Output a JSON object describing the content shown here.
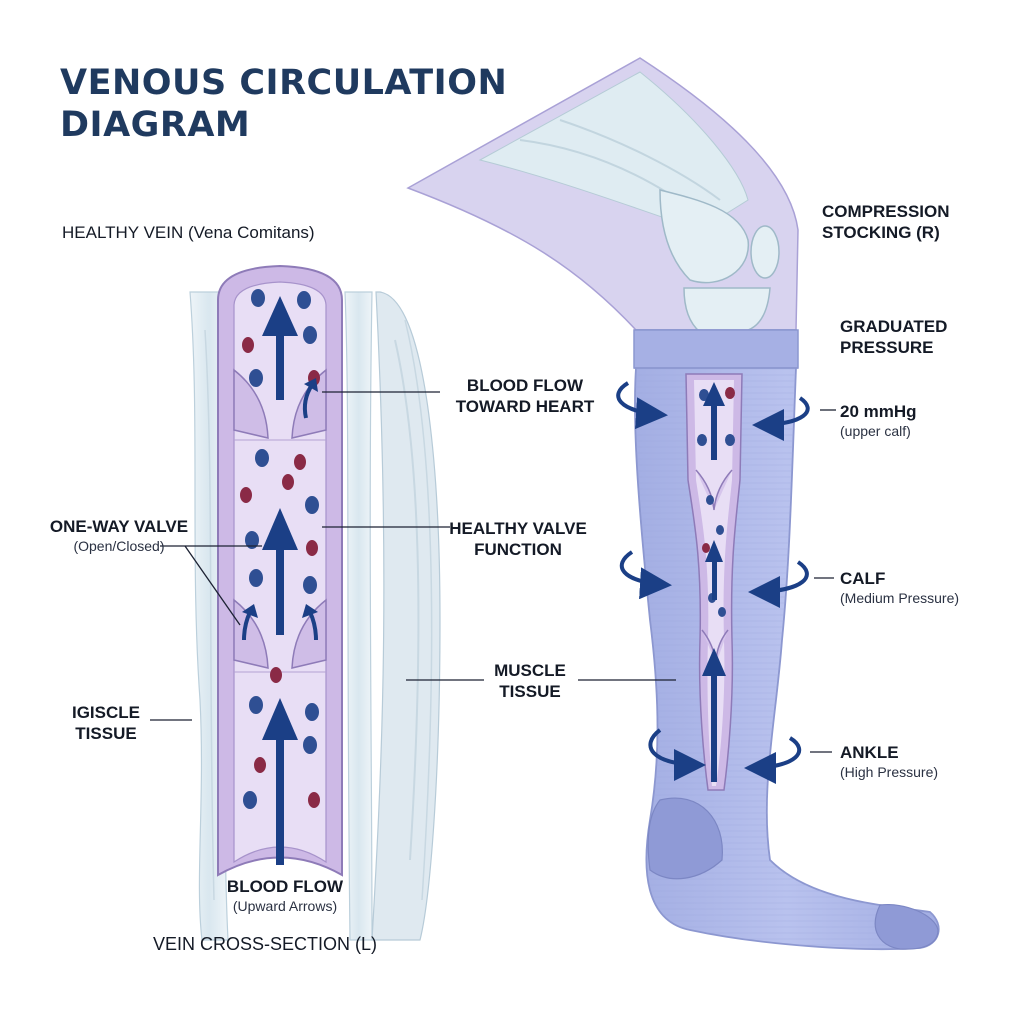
{
  "title": "VENOUS CIRCULATION DIAGRAM",
  "left": {
    "heading": "HEALTHY VEIN (Vena Comitans)",
    "valve_title": "ONE-WAY VALVE",
    "valve_sub": "(Open/Closed)",
    "muscle_left": "IGISCLE TISSUE",
    "flow_title": "BLOOD FLOW",
    "flow_sub": "(Upward Arrows)",
    "section_label": "VEIN CROSS-SECTION (L)"
  },
  "center": {
    "flow_heart": "BLOOD FLOW TOWARD HEART",
    "valve_function": "HEALTHY VALVE FUNCTION",
    "muscle": "MUSCLE TISSUE"
  },
  "right": {
    "stocking": "COMPRESSION STOCKING (R)",
    "graduated": "GRADUATED PRESSURE",
    "upper_value": "20 mmHg",
    "upper_sub": "(upper calf)",
    "calf": "CALF",
    "calf_sub": "(Medium Pressure)",
    "ankle": "ANKLE",
    "ankle_sub": "(High Pressure)"
  },
  "colors": {
    "title": "#1f3a5f",
    "arrow": "#1b3f86",
    "vein_wall": "#c7b3e2",
    "vein_lumen": "#e6dcf3",
    "stocking": "#a9b4e6",
    "blue_cell": "#2f4f93",
    "red_cell": "#8a2a46"
  }
}
